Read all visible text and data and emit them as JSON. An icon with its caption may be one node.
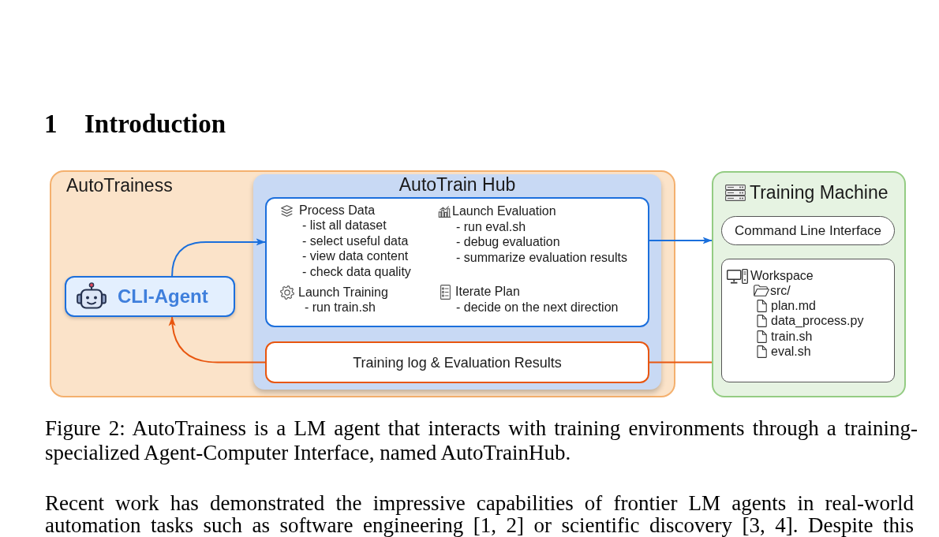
{
  "diagram": {
    "caption": "Figure 2: AutoTrainess is a LM agent that interacts with training environments through a training-specialized Agent-Computer Interface, named AutoTrainHub.",
    "nodes": [
      {
        "text": [
          "AutoTrainess"
        ]
      },
      {
        "text": [
          "CLI-Agent"
        ],
        "in": 0
      },
      {
        "text": [
          "AutoTrain Hub"
        ],
        "in": 0
      },
      {
        "text": [
          "Process Data",
          "- list all dataset",
          "- select useful data",
          "- view data content",
          "- check data quality",
          "Launch Evaluation",
          "- run eval.sh",
          "- debug evaluation",
          "- summarize evaluation results",
          "Launch Training",
          "- run train.sh",
          "Iterate Plan",
          "- decide on the next direction"
        ],
        "in": 2
      },
      {
        "text": [
          "Training log & Evaluation Results"
        ],
        "in": 2
      },
      {
        "text": [
          "Training Machine"
        ]
      },
      {
        "text": [
          "Command Line Interface"
        ],
        "in": 5
      },
      {
        "text": [
          "Workspace",
          "src/",
          "plan.md",
          "data_process.py",
          "train.sh",
          "eval.sh"
        ],
        "in": 5
      }
    ],
    "edges": [
      {
        "from": 1,
        "to": 3,
        "arrow": "to",
        "color": "#1a6fdc"
      },
      {
        "from": 3,
        "to": 5,
        "arrow": "to",
        "color": "#1a6fdc"
      },
      {
        "from": 5,
        "to": 4,
        "arrow": "none",
        "color": "#e8560f"
      },
      {
        "from": 4,
        "to": 1,
        "arrow": "to",
        "color": "#e8560f"
      }
    ],
    "labels": [
      "1",
      "Introduction",
      "Recent work has demonstrated the impressive capabilities of frontier LM agents in real-world automation tasks such as software engineering [1, 2] or scientific discovery [3, 4]. Despite this"
    ]
  }
}
